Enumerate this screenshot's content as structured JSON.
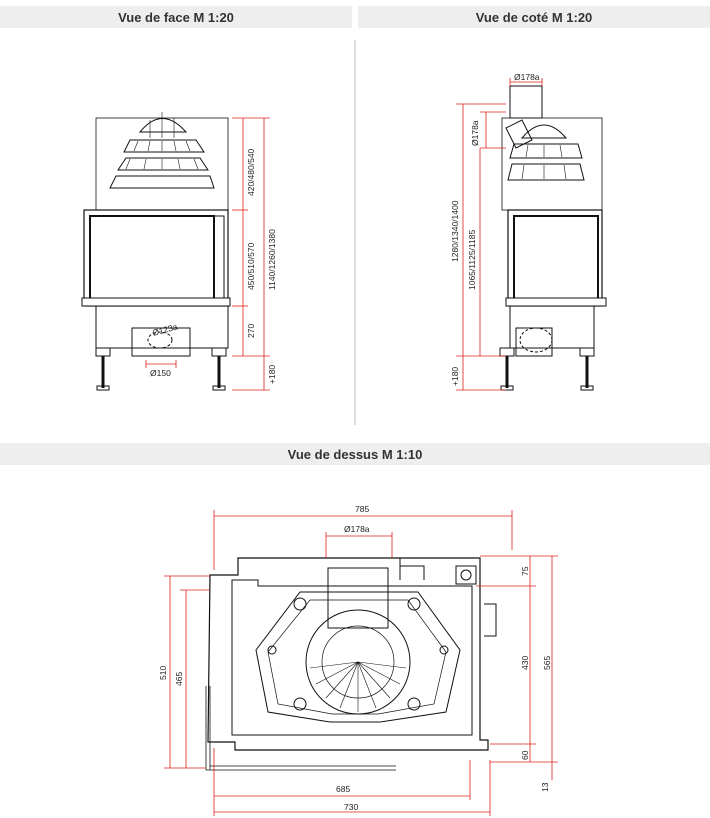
{
  "headers": {
    "front": "Vue de face M 1:20",
    "side": "Vue de coté M 1:20",
    "top": "Vue de dessus M 1:10"
  },
  "front": {
    "d_top": "420/480/540",
    "d_door": "450/510/570",
    "d_total": "1140/1260/1380",
    "d_base": "270",
    "d_feet": "+180",
    "flue": "Ø123a",
    "flue2": "Ø150"
  },
  "side": {
    "flue_top": "Ø178a",
    "flue_side": "Ø178a",
    "d_total": "1280/1340/1400",
    "d_inner": "1065/1125/1185",
    "d_feet": "+180"
  },
  "top": {
    "w_total": "785",
    "flue": "Ø178a",
    "w_685": "685",
    "w_730": "730",
    "h_510": "510",
    "h_465": "465",
    "h_75": "75",
    "h_430": "430",
    "h_565": "565",
    "h_60": "60",
    "h_13": "13"
  },
  "colors": {
    "dimension": "#e0201c",
    "outline": "#111111",
    "header_bg": "#eeeeee"
  }
}
